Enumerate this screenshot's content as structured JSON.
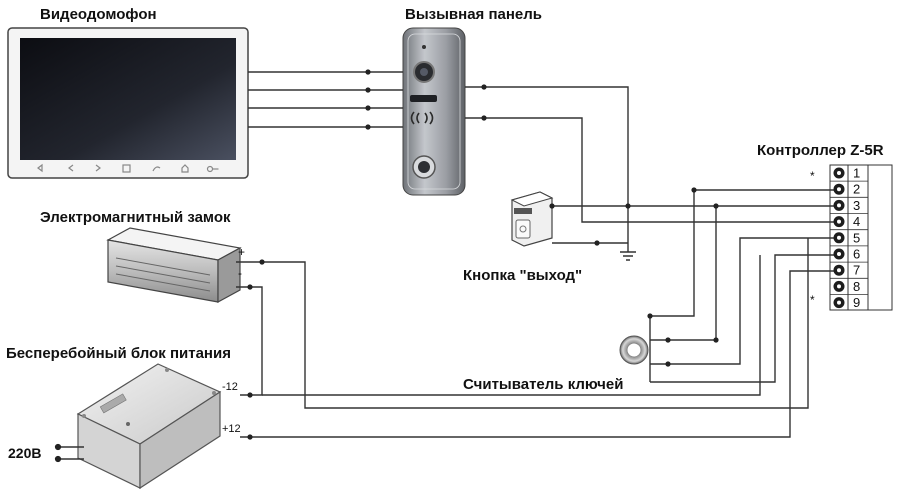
{
  "labels": {
    "videophone": "Видеодомофон",
    "call_panel": "Вызывная панель",
    "controller": "Контроллер Z-5R",
    "em_lock": "Электромагнитный замок",
    "exit_button": "Кнопка \"выход\"",
    "ups": "Бесперебойный блок питания",
    "key_reader": "Считыватель ключей",
    "mains": "220В"
  },
  "terminals": {
    "lock_plus": "+",
    "lock_minus": "-",
    "psu_minus": "-12",
    "psu_plus": "+12",
    "controller_marks": [
      "*",
      "*"
    ],
    "controller_numbers": [
      "1",
      "2",
      "3",
      "4",
      "5",
      "6",
      "7",
      "8",
      "9"
    ]
  },
  "colors": {
    "wire": "#333333",
    "panel_metal": "#9a9da3",
    "screen": "#1a1c22"
  }
}
